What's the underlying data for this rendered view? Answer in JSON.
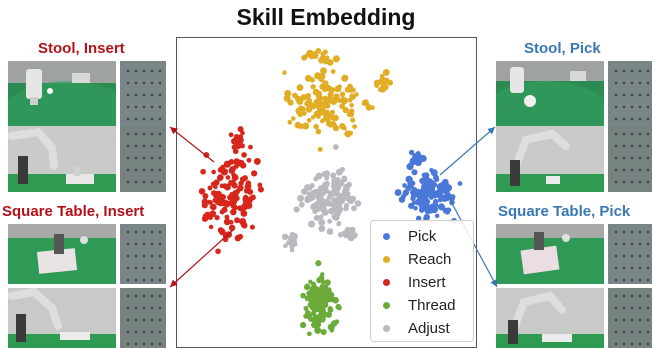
{
  "title": "Skill Embedding",
  "panels": {
    "top_left": {
      "label": "Stool, Insert",
      "color": "#b3121b"
    },
    "bottom_left": {
      "label": "Square Table, Insert",
      "color": "#b3121b"
    },
    "top_right": {
      "label": "Stool, Pick",
      "color": "#3a78b5"
    },
    "bottom_right": {
      "label": "Square Table, Pick",
      "color": "#3a78b5"
    }
  },
  "legend": [
    {
      "label": "Pick",
      "color": "#4a78d8"
    },
    {
      "label": "Reach",
      "color": "#e1ad24"
    },
    {
      "label": "Insert",
      "color": "#d7261c"
    },
    {
      "label": "Thread",
      "color": "#6aab3a"
    },
    {
      "label": "Adjust",
      "color": "#b9b9c0"
    }
  ],
  "chart_data": {
    "type": "scatter",
    "title": "Skill Embedding",
    "xlabel": "",
    "ylabel": "",
    "xlim": [
      0,
      300
    ],
    "ylim": [
      0,
      310
    ],
    "legend_position": "bottom-right",
    "series": [
      {
        "name": "Pick",
        "color": "#4a78d8",
        "center": [
          253,
          155
        ],
        "spread": [
          22,
          20
        ],
        "extra_clusters": [
          {
            "center": [
              240,
              120
            ],
            "spread": [
              6,
              5
            ]
          }
        ]
      },
      {
        "name": "Reach",
        "color": "#e1ad24",
        "center": [
          148,
          66
        ],
        "spread": [
          30,
          28
        ],
        "extra_clusters": [
          {
            "center": [
              140,
              18
            ],
            "spread": [
              15,
              8
            ]
          },
          {
            "center": [
              205,
              45
            ],
            "spread": [
              8,
              8
            ]
          }
        ]
      },
      {
        "name": "Insert",
        "color": "#d7261c",
        "center": [
          54,
          160
        ],
        "spread": [
          25,
          36
        ],
        "extra_clusters": [
          {
            "center": [
              62,
              100
            ],
            "spread": [
              6,
              8
            ]
          }
        ]
      },
      {
        "name": "Thread",
        "color": "#6aab3a",
        "center": [
          142,
          265
        ],
        "spread": [
          15,
          24
        ],
        "extra_clusters": []
      },
      {
        "name": "Adjust",
        "color": "#b9b9c0",
        "center": [
          152,
          160
        ],
        "spread": [
          24,
          24
        ],
        "extra_clusters": [
          {
            "center": [
              115,
              203
            ],
            "spread": [
              5,
              6
            ]
          },
          {
            "center": [
              172,
              198
            ],
            "spread": [
              8,
              6
            ]
          }
        ]
      }
    ]
  }
}
